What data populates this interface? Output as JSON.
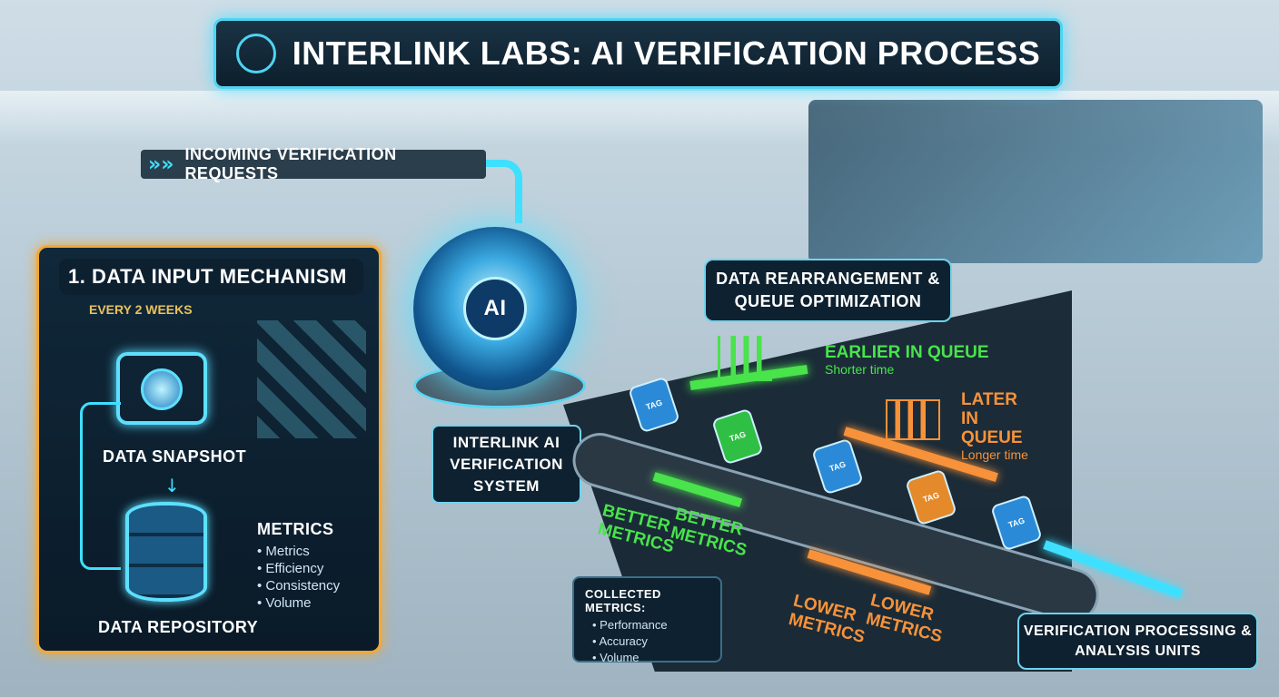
{
  "title": "INTERLINK LABS: AI VERIFICATION PROCESS",
  "incoming": "INCOMING VERIFICATION REQUESTS",
  "input_panel": {
    "heading": "1. DATA INPUT MECHANISM",
    "frequency": "EVERY 2 WEEKS",
    "snapshot": "DATA SNAPSHOT",
    "repository": "DATA REPOSITORY",
    "metrics_title": "METRICS",
    "metrics": [
      "Metrics",
      "Efficiency",
      "Consistency",
      "Volume"
    ]
  },
  "ai": {
    "badge": "AI",
    "system_label": "INTERLINK AI VERIFICATION SYSTEM"
  },
  "rearrangement": "DATA REARRANGEMENT & QUEUE OPTIMIZATION",
  "earlier": {
    "title": "EARLIER IN QUEUE",
    "sub": "Shorter time"
  },
  "later": {
    "title": "LATER IN QUEUE",
    "sub": "Longer time"
  },
  "better": "BETTER METRICS",
  "lower": "LOWER METRICS",
  "collected": {
    "title": "COLLECTED METRICS:",
    "items": [
      "Performance",
      "Accuracy",
      "Volume"
    ]
  },
  "tag_text": "TAG",
  "verification": "VERIFICATION PROCESSING & ANALYSIS UNITS",
  "colors": {
    "accent": "#4fd4f0",
    "input_border": "#f0a83a",
    "better": "#49e34c",
    "lower": "#f7923a"
  }
}
